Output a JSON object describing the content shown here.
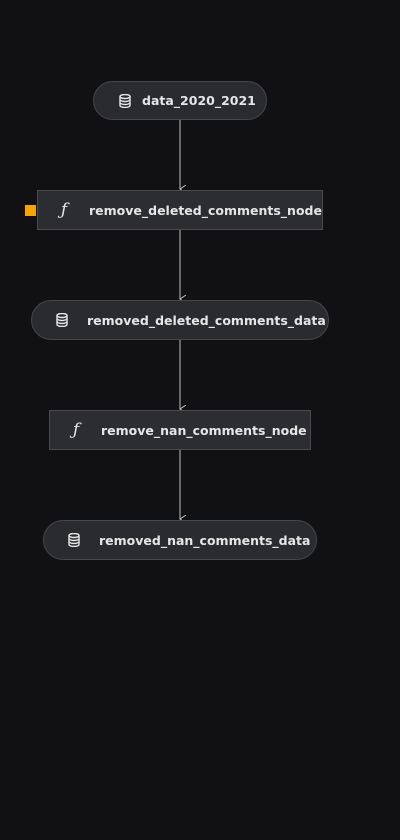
{
  "pipeline": {
    "nodes": [
      {
        "id": "n1",
        "type": "data",
        "label": "data_2020_2021",
        "icon": "database-icon"
      },
      {
        "id": "n2",
        "type": "task",
        "label": "remove_deleted_comments_node",
        "icon": "function-icon",
        "selected": true
      },
      {
        "id": "n3",
        "type": "data",
        "label": "removed_deleted_comments_data",
        "icon": "database-icon"
      },
      {
        "id": "n4",
        "type": "task",
        "label": "remove_nan_comments_node",
        "icon": "function-icon"
      },
      {
        "id": "n5",
        "type": "data",
        "label": "removed_nan_comments_data",
        "icon": "database-icon"
      }
    ],
    "edges": [
      [
        "n1",
        "n2"
      ],
      [
        "n2",
        "n3"
      ],
      [
        "n3",
        "n4"
      ],
      [
        "n4",
        "n5"
      ]
    ]
  },
  "colors": {
    "background": "#111113",
    "node_fill": "#2a2b2e",
    "node_border": "#45464a",
    "edge": "#bfbfbf",
    "selected_marker": "#f5a400",
    "text": "#e6e6e6"
  }
}
